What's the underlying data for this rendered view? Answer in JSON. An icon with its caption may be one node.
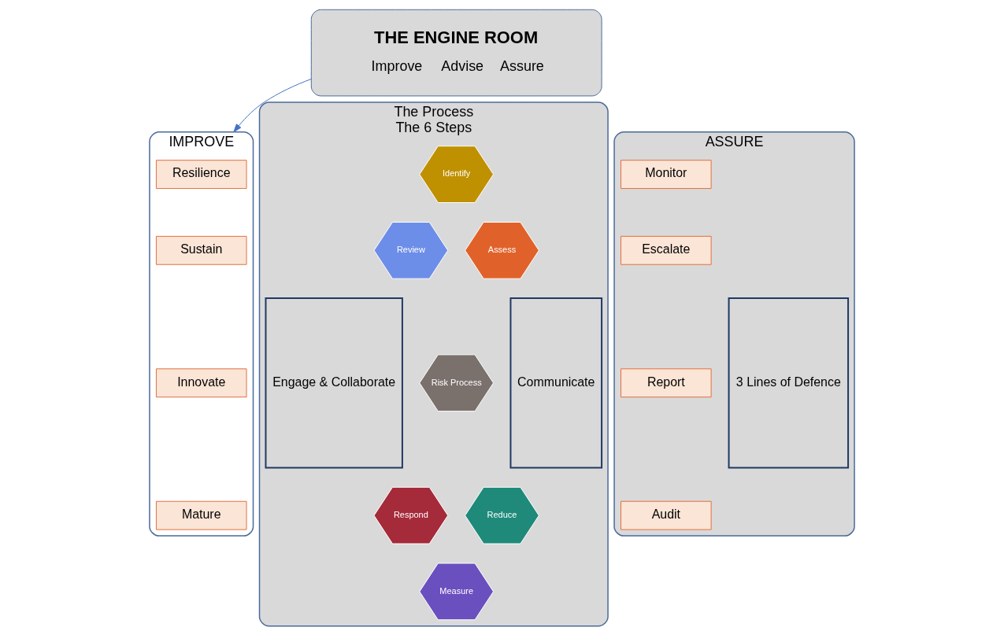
{
  "diagram": {
    "nodes": [
      {
        "text": [
          "THE ENGINE ROOM",
          "Improve",
          "Advise",
          "Assure"
        ]
      },
      {
        "text": [
          "IMPROVE"
        ]
      },
      {
        "text": [
          "Resilience"
        ],
        "in": 1
      },
      {
        "text": [
          "Sustain"
        ],
        "in": 1
      },
      {
        "text": [
          "Innovate"
        ],
        "in": 1
      },
      {
        "text": [
          "Mature"
        ],
        "in": 1
      },
      {
        "text": [
          "The Process",
          "The 6 Steps"
        ]
      },
      {
        "text": [
          "Engage & Collaborate"
        ],
        "in": 6
      },
      {
        "text": [
          "Communicate"
        ],
        "in": 6
      },
      {
        "text": [
          "Identify"
        ],
        "in": 6
      },
      {
        "text": [
          "Review"
        ],
        "in": 6
      },
      {
        "text": [
          "Assess"
        ],
        "in": 6
      },
      {
        "text": [
          "Risk Process"
        ],
        "in": 6
      },
      {
        "text": [
          "Respond"
        ],
        "in": 6
      },
      {
        "text": [
          "Reduce"
        ],
        "in": 6
      },
      {
        "text": [
          "Measure"
        ],
        "in": 6
      },
      {
        "text": [
          "ASSURE"
        ]
      },
      {
        "text": [
          "Monitor"
        ],
        "in": 16
      },
      {
        "text": [
          "Escalate"
        ],
        "in": 16
      },
      {
        "text": [
          "Report"
        ],
        "in": 16
      },
      {
        "text": [
          "Audit"
        ],
        "in": 16
      },
      {
        "text": [
          "3 Lines of Defence"
        ],
        "in": 16
      }
    ],
    "edges": [
      {
        "from": 0,
        "to": 1,
        "arrow": "to"
      }
    ]
  }
}
